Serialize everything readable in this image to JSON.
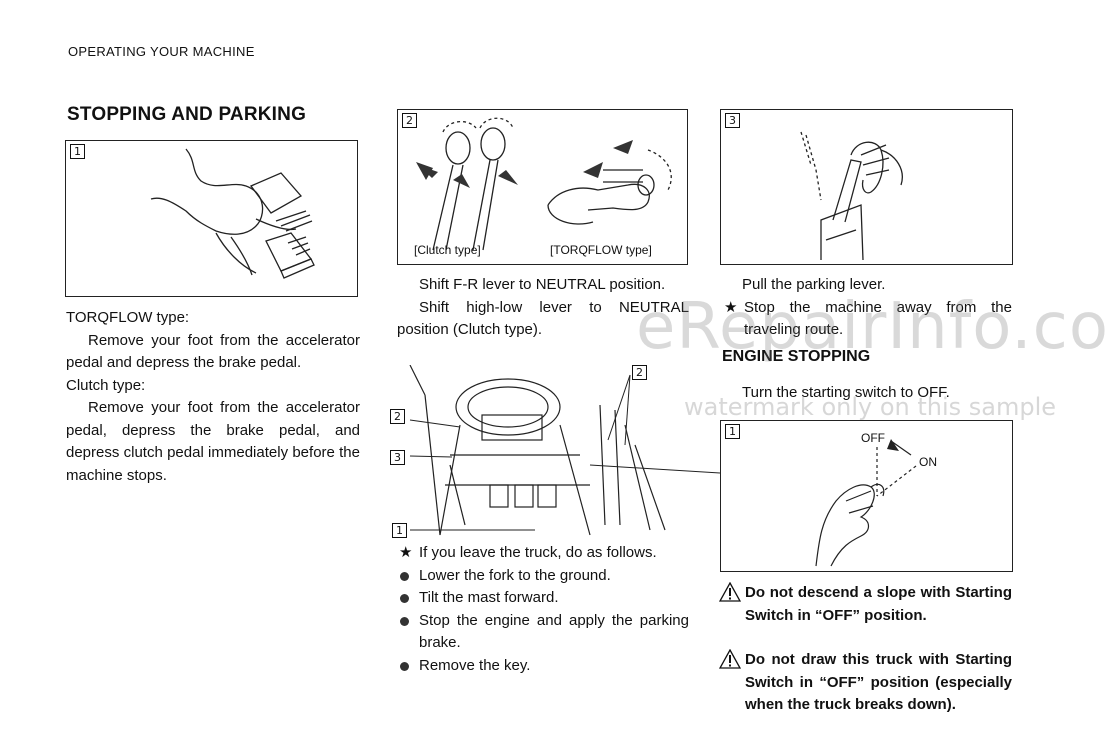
{
  "header": "OPERATING YOUR MACHINE",
  "section_title": "STOPPING AND PARKING",
  "figures": {
    "fig1_num": "1",
    "fig2_num": "2",
    "fig2_cap_left": "[Clutch type]",
    "fig2_cap_right": "[TORQFLOW type]",
    "fig3_num": "3",
    "diagram_labels": {
      "l2a": "2",
      "l2b": "2",
      "l3": "3",
      "l1": "1"
    },
    "engine_fig_num": "1",
    "engine_off": "OFF",
    "engine_on": "ON"
  },
  "col1": {
    "torq_title": "TORQFLOW type:",
    "torq_text": "Remove your foot from the accelerator pedal and depress the brake pedal.",
    "clutch_title": "Clutch type:",
    "clutch_text": "Remove your foot from the accelerator pedal, depress the brake pedal, and depress clutch pedal immediately before the machine stops."
  },
  "col2": {
    "p1": "Shift F-R lever to NEUTRAL position.",
    "p2": "Shift high-low lever to NEUTRAL position (Clutch type).",
    "star_item": "If you leave the truck, do as follows.",
    "items": [
      "Lower the fork to the ground.",
      "Tilt the mast forward.",
      "Stop the engine and apply the parking brake.",
      "Remove the key."
    ]
  },
  "col3": {
    "p1": "Pull the parking lever.",
    "star_item": "Stop the machine away from the traveling route.",
    "engine_title": "ENGINE STOPPING",
    "engine_text": "Turn the starting switch to OFF.",
    "warnings": [
      "Do not descend a slope with Starting Switch in “OFF” position.",
      "Do not draw this truck with Starting Switch in “OFF” position (especially when the truck breaks down)."
    ]
  },
  "watermark": "eRepairInfo.com",
  "watermark_sub": "watermark only on this sample",
  "glyphs": {
    "star": "★"
  }
}
